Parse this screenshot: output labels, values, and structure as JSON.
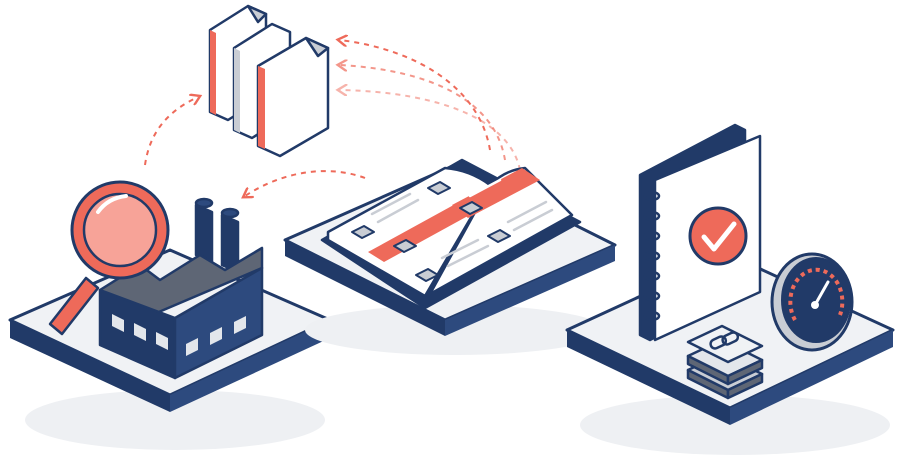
{
  "palette": {
    "navy": "#213A68",
    "coral": "#EE6A5A",
    "coral_light": "#F7A398",
    "platform_top": "#F0F2F5",
    "platform_shadow": "#E3E6EB",
    "paper": "#FFFFFF",
    "gray": "#C9CDD4",
    "dark_gray": "#5E6675"
  },
  "groups": [
    {
      "name": "factory-inspection",
      "icons": [
        "magnifying-glass-icon",
        "factory-icon"
      ]
    },
    {
      "name": "document-stack",
      "icons": [
        "document-stack-icon"
      ]
    },
    {
      "name": "open-book-form",
      "icons": [
        "open-book-icon"
      ]
    },
    {
      "name": "approval-notebook",
      "icons": [
        "notebook-check-icon",
        "speedometer-gauge-icon",
        "chain-link-stack-icon"
      ]
    }
  ],
  "flows": [
    {
      "name": "factory-to-documents"
    },
    {
      "name": "book-to-factory"
    },
    {
      "name": "book-to-documents"
    }
  ]
}
